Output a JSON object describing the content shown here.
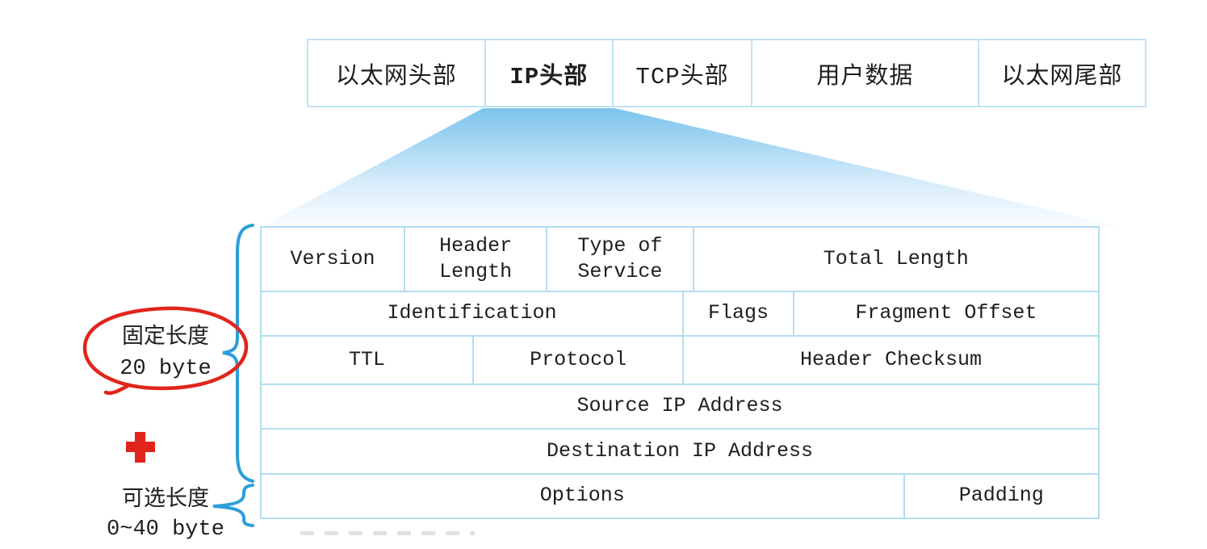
{
  "packet_bar": {
    "cells": [
      {
        "label": "以太网头部"
      },
      {
        "label": "IP头部"
      },
      {
        "label": "TCP头部"
      },
      {
        "label": "用户数据"
      },
      {
        "label": "以太网尾部"
      }
    ]
  },
  "ip_header": {
    "row1": {
      "version": "Version",
      "header_length": "Header Length",
      "type_of_service": "Type of Service",
      "total_length": "Total Length"
    },
    "row2": {
      "identification": "Identification",
      "flags": "Flags",
      "fragment_offset": "Fragment Offset"
    },
    "row3": {
      "ttl": "TTL",
      "protocol": "Protocol",
      "header_checksum": "Header Checksum"
    },
    "row4": {
      "source_ip": "Source IP Address"
    },
    "row5": {
      "destination_ip": "Destination IP Address"
    },
    "row6": {
      "options": "Options",
      "padding": "Padding"
    }
  },
  "annotations": {
    "fixed_length_line1": "固定长度",
    "fixed_length_line2": "20 byte",
    "optional_length_line1": "可选长度",
    "optional_length_line2": "0~40 byte"
  },
  "colors": {
    "table_border": "#b3ddf0",
    "brace_blue": "#2b9fd9",
    "annotation_red": "#e1251b",
    "funnel_top": "#7cc3ed",
    "text": "#1e1e1e"
  }
}
